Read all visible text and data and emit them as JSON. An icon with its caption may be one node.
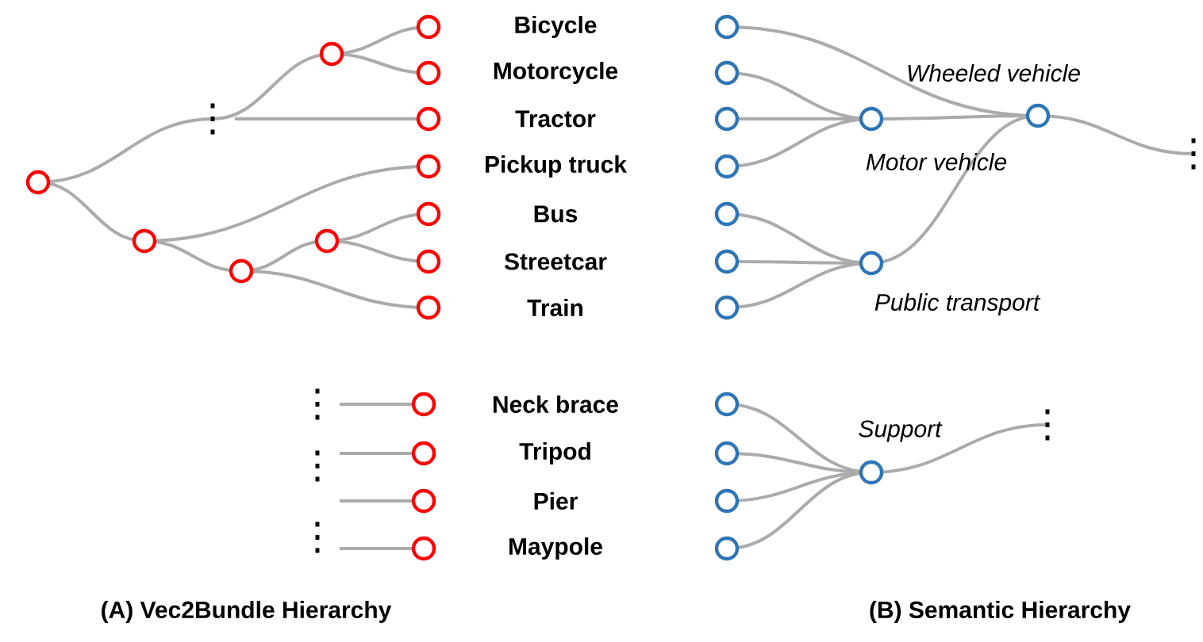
{
  "diagram": {
    "nodes": [
      {
        "text": [],
        "shape": "circle"
      },
      {
        "text": [
          "⋮"
        ]
      },
      {
        "text": [],
        "shape": "circle"
      },
      {
        "text": [],
        "shape": "circle"
      },
      {
        "text": [],
        "shape": "circle"
      },
      {
        "text": [],
        "shape": "circle"
      },
      {
        "text": [],
        "shape": "circle"
      },
      {
        "text": [],
        "shape": "circle"
      },
      {
        "text": [],
        "shape": "circle"
      },
      {
        "text": [],
        "shape": "circle"
      },
      {
        "text": [],
        "shape": "circle"
      },
      {
        "text": [],
        "shape": "circle"
      },
      {
        "text": [],
        "shape": "circle"
      },
      {
        "text": [
          "⋮"
        ]
      },
      {
        "text": [
          "⋮"
        ]
      },
      {
        "text": [
          "⋮"
        ]
      },
      {
        "text": [],
        "shape": "circle"
      },
      {
        "text": [],
        "shape": "circle"
      },
      {
        "text": [],
        "shape": "circle"
      },
      {
        "text": [],
        "shape": "circle"
      },
      {
        "text": [],
        "shape": "circle"
      },
      {
        "text": [],
        "shape": "circle"
      },
      {
        "text": [],
        "shape": "circle"
      },
      {
        "text": [],
        "shape": "circle"
      },
      {
        "text": [],
        "shape": "circle"
      },
      {
        "text": [],
        "shape": "circle"
      },
      {
        "text": [],
        "shape": "circle"
      },
      {
        "text": [],
        "shape": "circle"
      },
      {
        "text": [],
        "shape": "circle"
      },
      {
        "text": [],
        "shape": "circle"
      },
      {
        "text": [],
        "shape": "circle"
      },
      {
        "text": [],
        "shape": "circle",
        "beside": [
          "Motor vehicle"
        ]
      },
      {
        "text": [],
        "shape": "circle",
        "beside": [
          "Public transport"
        ]
      },
      {
        "text": [],
        "shape": "circle",
        "beside": [
          "Wheeled vehicle"
        ]
      },
      {
        "text": [
          "⋮"
        ]
      },
      {
        "text": [],
        "shape": "circle",
        "beside": [
          "Support"
        ]
      },
      {
        "text": [
          "⋮"
        ]
      }
    ],
    "edges": [
      {
        "from": 0,
        "to": 1,
        "arrow": "none"
      },
      {
        "from": 0,
        "to": 10,
        "arrow": "none"
      },
      {
        "from": 1,
        "to": 2,
        "arrow": "none"
      },
      {
        "from": 1,
        "to": 5,
        "arrow": "none"
      },
      {
        "from": 2,
        "to": 3,
        "arrow": "none"
      },
      {
        "from": 2,
        "to": 4,
        "arrow": "none"
      },
      {
        "from": 10,
        "to": 6,
        "arrow": "none"
      },
      {
        "from": 10,
        "to": 11,
        "arrow": "none"
      },
      {
        "from": 11,
        "to": 12,
        "arrow": "none"
      },
      {
        "from": 11,
        "to": 9,
        "arrow": "none"
      },
      {
        "from": 12,
        "to": 7,
        "arrow": "none"
      },
      {
        "from": 12,
        "to": 8,
        "arrow": "none"
      },
      {
        "from": 13,
        "to": 16,
        "arrow": "none"
      },
      {
        "from": 14,
        "to": 17,
        "arrow": "none"
      },
      {
        "from": 14,
        "to": 18,
        "arrow": "none"
      },
      {
        "from": 15,
        "to": 19,
        "arrow": "none"
      },
      {
        "from": 20,
        "to": 33,
        "arrow": "none"
      },
      {
        "from": 21,
        "to": 31,
        "arrow": "none"
      },
      {
        "from": 22,
        "to": 31,
        "arrow": "none"
      },
      {
        "from": 23,
        "to": 31,
        "arrow": "none"
      },
      {
        "from": 24,
        "to": 32,
        "arrow": "none"
      },
      {
        "from": 25,
        "to": 32,
        "arrow": "none"
      },
      {
        "from": 26,
        "to": 32,
        "arrow": "none"
      },
      {
        "from": 31,
        "to": 33,
        "arrow": "none"
      },
      {
        "from": 32,
        "to": 33,
        "arrow": "none"
      },
      {
        "from": 33,
        "to": 34,
        "arrow": "none"
      },
      {
        "from": 27,
        "to": 35,
        "arrow": "none"
      },
      {
        "from": 28,
        "to": 35,
        "arrow": "none"
      },
      {
        "from": 29,
        "to": 35,
        "arrow": "none"
      },
      {
        "from": 30,
        "to": 35,
        "arrow": "none"
      },
      {
        "from": 35,
        "to": 36,
        "arrow": "none"
      }
    ],
    "labels": [
      "Bicycle",
      "Motorcycle",
      "Tractor",
      "Pickup truck",
      "Bus",
      "Streetcar",
      "Train",
      "Neck brace",
      "Tripod",
      "Pier",
      "Maypole",
      "(A) Vec2Bundle Hierarchy",
      "(B) Semantic Hierarchy"
    ]
  }
}
